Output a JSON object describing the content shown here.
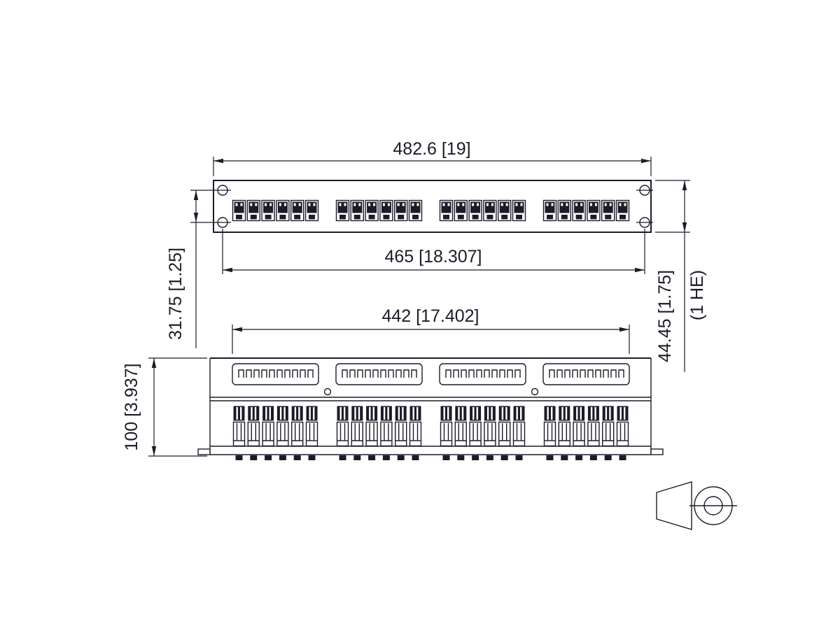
{
  "drawing": {
    "kind": "technical-dimension-drawing",
    "subject": "19-inch 24-port patch panel, front and top views",
    "dimensions": {
      "overall_width": "482.6 [19]",
      "mounting_hole_span": "465 [18.307]",
      "body_width": "442 [17.402]",
      "hole_pitch_vertical": "31.75 [1.25]",
      "panel_height": "44.45 [1.75]",
      "rack_unit_note": "(1 HE)",
      "depth": "100 [3.937]"
    },
    "ports": {
      "total": 24,
      "groups": 4,
      "per_group": 6
    },
    "colors": {
      "line": "#1c1c28",
      "background": "#ffffff"
    }
  }
}
